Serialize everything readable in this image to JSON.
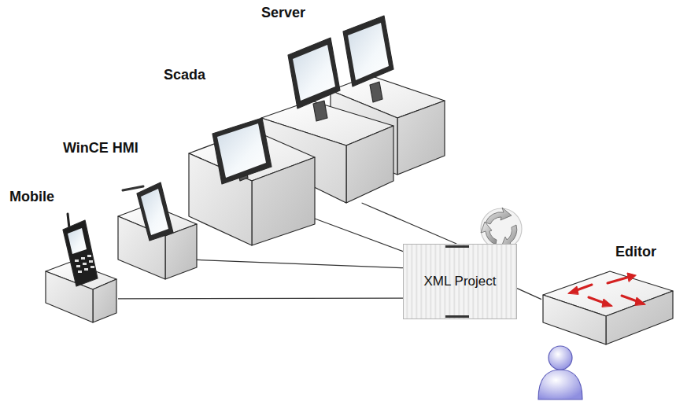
{
  "diagram": {
    "nodes": [
      {
        "text": [
          "Server"
        ]
      },
      {
        "text": [
          "Scada"
        ]
      },
      {
        "text": [
          "WinCE HMI"
        ]
      },
      {
        "text": [
          "Mobile"
        ]
      },
      {
        "text": [
          "XML Project"
        ]
      },
      {
        "text": [
          "Editor"
        ]
      }
    ],
    "edges": [
      {
        "from": 0,
        "to": 4,
        "arrow": "none"
      },
      {
        "from": 1,
        "to": 4,
        "arrow": "none"
      },
      {
        "from": 2,
        "to": 4,
        "arrow": "none"
      },
      {
        "from": 3,
        "to": 4,
        "arrow": "none"
      },
      {
        "from": 4,
        "to": 5,
        "arrow": "none"
      }
    ]
  }
}
